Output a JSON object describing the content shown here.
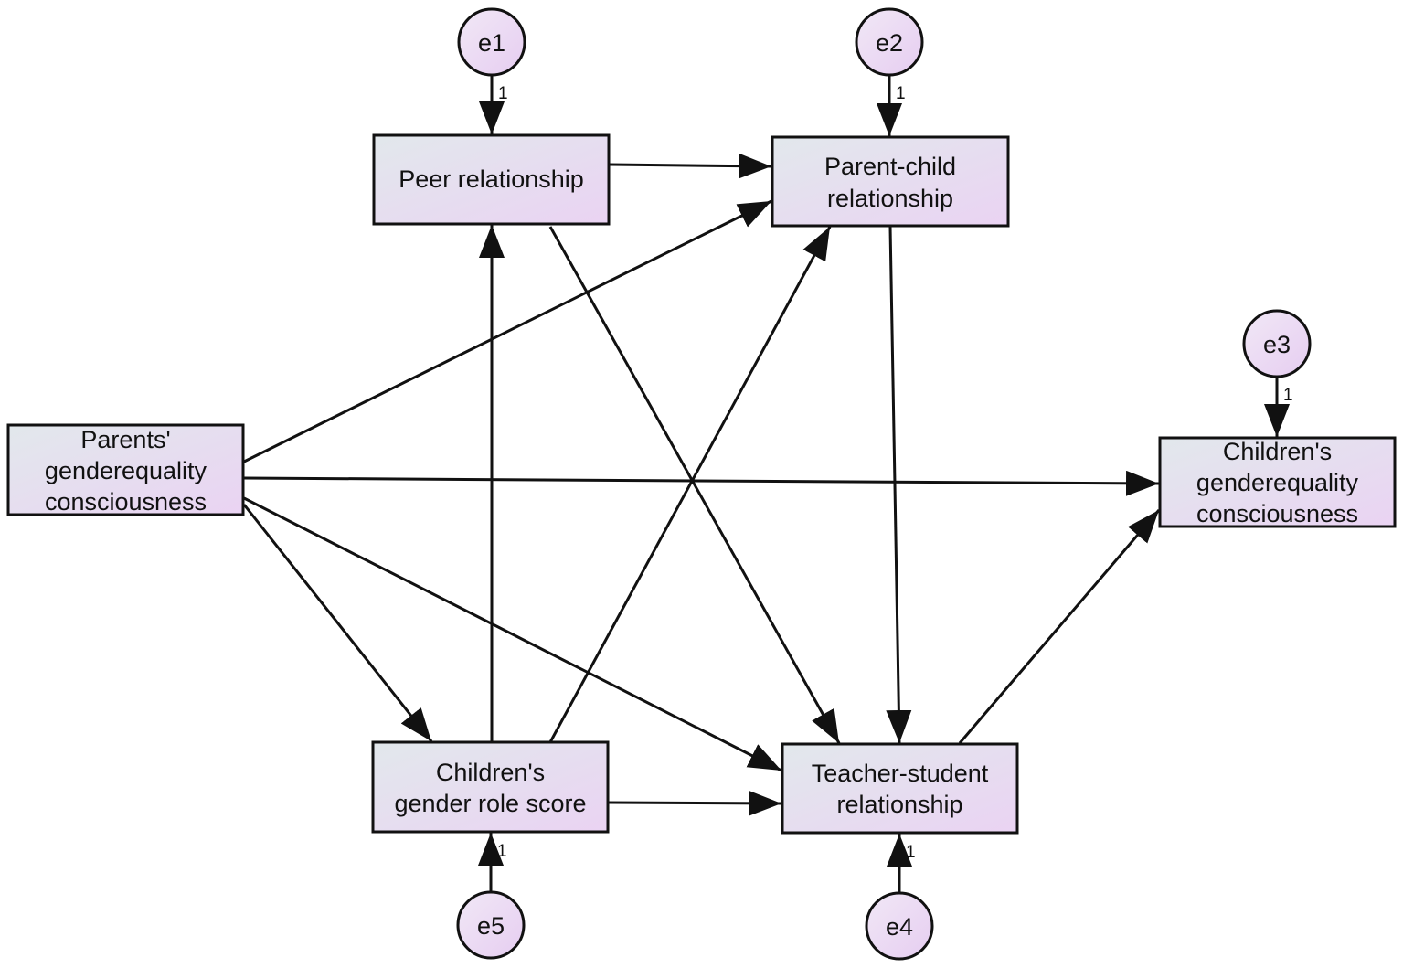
{
  "diagram": {
    "fill_colors": {
      "gradient_start": "#e2e8ec",
      "gradient_end": "#ead3f3"
    },
    "observed": {
      "peer": {
        "lines": [
          "Peer relationship"
        ]
      },
      "parent_child": {
        "lines": [
          "Parent-child",
          "relationship"
        ]
      },
      "parents_ge": {
        "lines": [
          "Parents'",
          "genderequality",
          "consciousness"
        ]
      },
      "children_ge": {
        "lines": [
          "Children's",
          "genderequality",
          "consciousness"
        ]
      },
      "gender_role": {
        "lines": [
          "Children's",
          "gender role score"
        ]
      },
      "teacher_student": {
        "lines": [
          "Teacher-student",
          "relationship"
        ]
      }
    },
    "errors": {
      "e1": {
        "label": "e1",
        "weight": "1"
      },
      "e2": {
        "label": "e2",
        "weight": "1"
      },
      "e3": {
        "label": "e3",
        "weight": "1"
      },
      "e4": {
        "label": "e4",
        "weight": "1"
      },
      "e5": {
        "label": "e5",
        "weight": "1"
      }
    }
  }
}
